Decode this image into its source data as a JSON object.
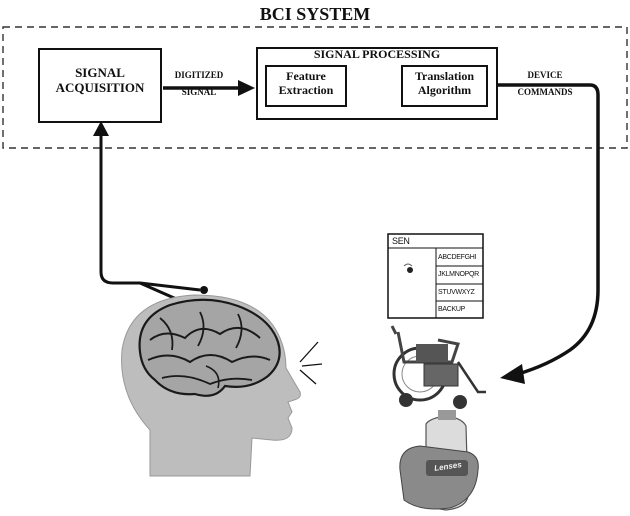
{
  "title": "BCI SYSTEM",
  "signal_acquisition": {
    "line1": "SIGNAL",
    "line2": "ACQUISITION"
  },
  "digitized_signal": {
    "line1": "DIGITIZED",
    "line2": "SIGNAL"
  },
  "signal_processing": {
    "title": "SIGNAL PROCESSING",
    "feature_extraction": {
      "line1": "Feature",
      "line2": "Extraction"
    },
    "translation_algorithm": {
      "line1": "Translation",
      "line2": "Algorithm"
    }
  },
  "device_commands": {
    "line1": "DEVICE",
    "line2": "COMMANDS"
  },
  "speller": {
    "header": "SEN",
    "rows": [
      "ABCDEFGHI",
      "JKLMNOPQR",
      "STUVWXYZ",
      "BACKUP"
    ]
  },
  "bottle_label": "Lenses",
  "colors": {
    "ink": "#111111",
    "head": "#bdbdbd",
    "brain": "#9a9a9a",
    "border_dash": "#333333"
  }
}
